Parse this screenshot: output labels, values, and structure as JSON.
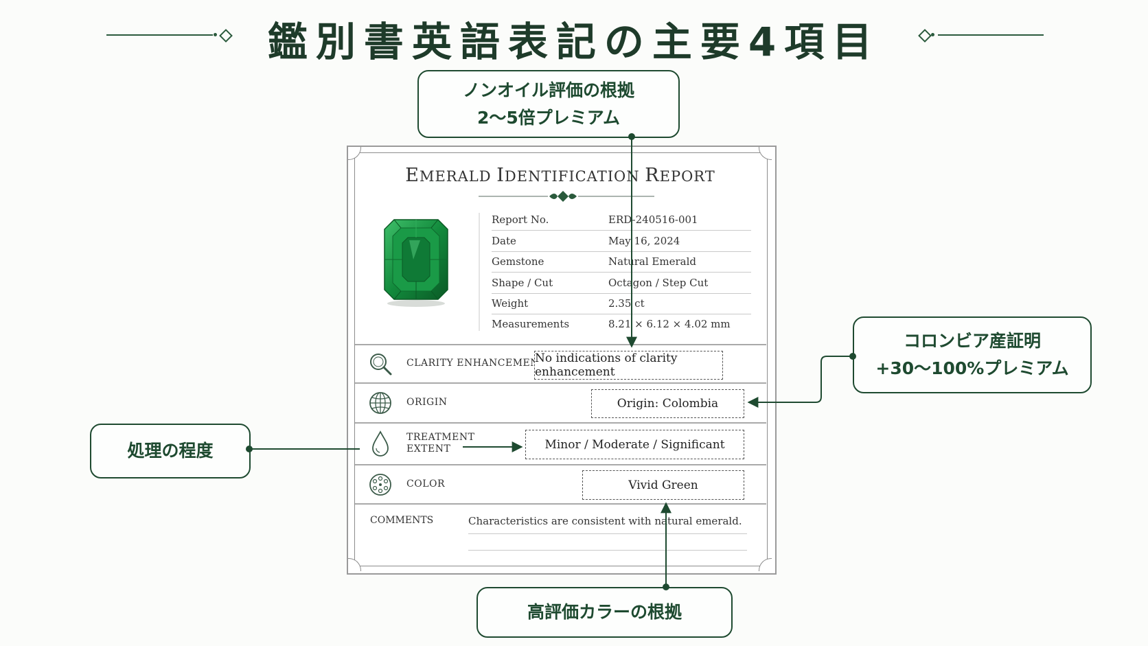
{
  "title": "鑑別書英語表記の主要4項目",
  "callouts": {
    "nonoil": {
      "line1": "ノンオイル評価の根拠",
      "line2": "2〜5倍プレミアム"
    },
    "colombia": {
      "line1": "コロンビア産証明",
      "line2": "+30〜100%プレミアム"
    },
    "treatment": {
      "line1": "処理の程度"
    },
    "color": {
      "line1": "高評価カラーの根拠"
    }
  },
  "certificate": {
    "title_caps": [
      "E",
      "I",
      "R"
    ],
    "title_rest": [
      "MERALD ",
      "DENTIFICATION ",
      "EPORT"
    ],
    "info": [
      {
        "label": "Report No.",
        "value": "ERD-240516-001"
      },
      {
        "label": "Date",
        "value": "May 16, 2024"
      },
      {
        "label": "Gemstone",
        "value": "Natural Emerald"
      },
      {
        "label": "Shape / Cut",
        "value": "Octagon / Step Cut"
      },
      {
        "label": "Weight",
        "value": "2.35 ct"
      },
      {
        "label": "Measurements",
        "value": "8.21 × 6.12 × 4.02 mm"
      }
    ],
    "sections": [
      {
        "icon": "magnifier-icon",
        "label": "CLARITY ENHANCEMENT",
        "value": "No indications of clarity enhancement"
      },
      {
        "icon": "globe-icon",
        "label": "ORIGIN",
        "value": "Origin: Colombia"
      },
      {
        "icon": "droplet-icon",
        "label_line1": "TREATMENT",
        "label_line2": "EXTENT",
        "value": "Minor / Moderate / Significant"
      },
      {
        "icon": "color-wheel-icon",
        "label": "COLOR",
        "value": "Vivid Green"
      }
    ],
    "comments_label": "COMMENTS",
    "comments_text": "Characteristics are consistent with natural emerald."
  },
  "colors": {
    "accent": "#1e4a30",
    "emerald": "#17803f"
  }
}
